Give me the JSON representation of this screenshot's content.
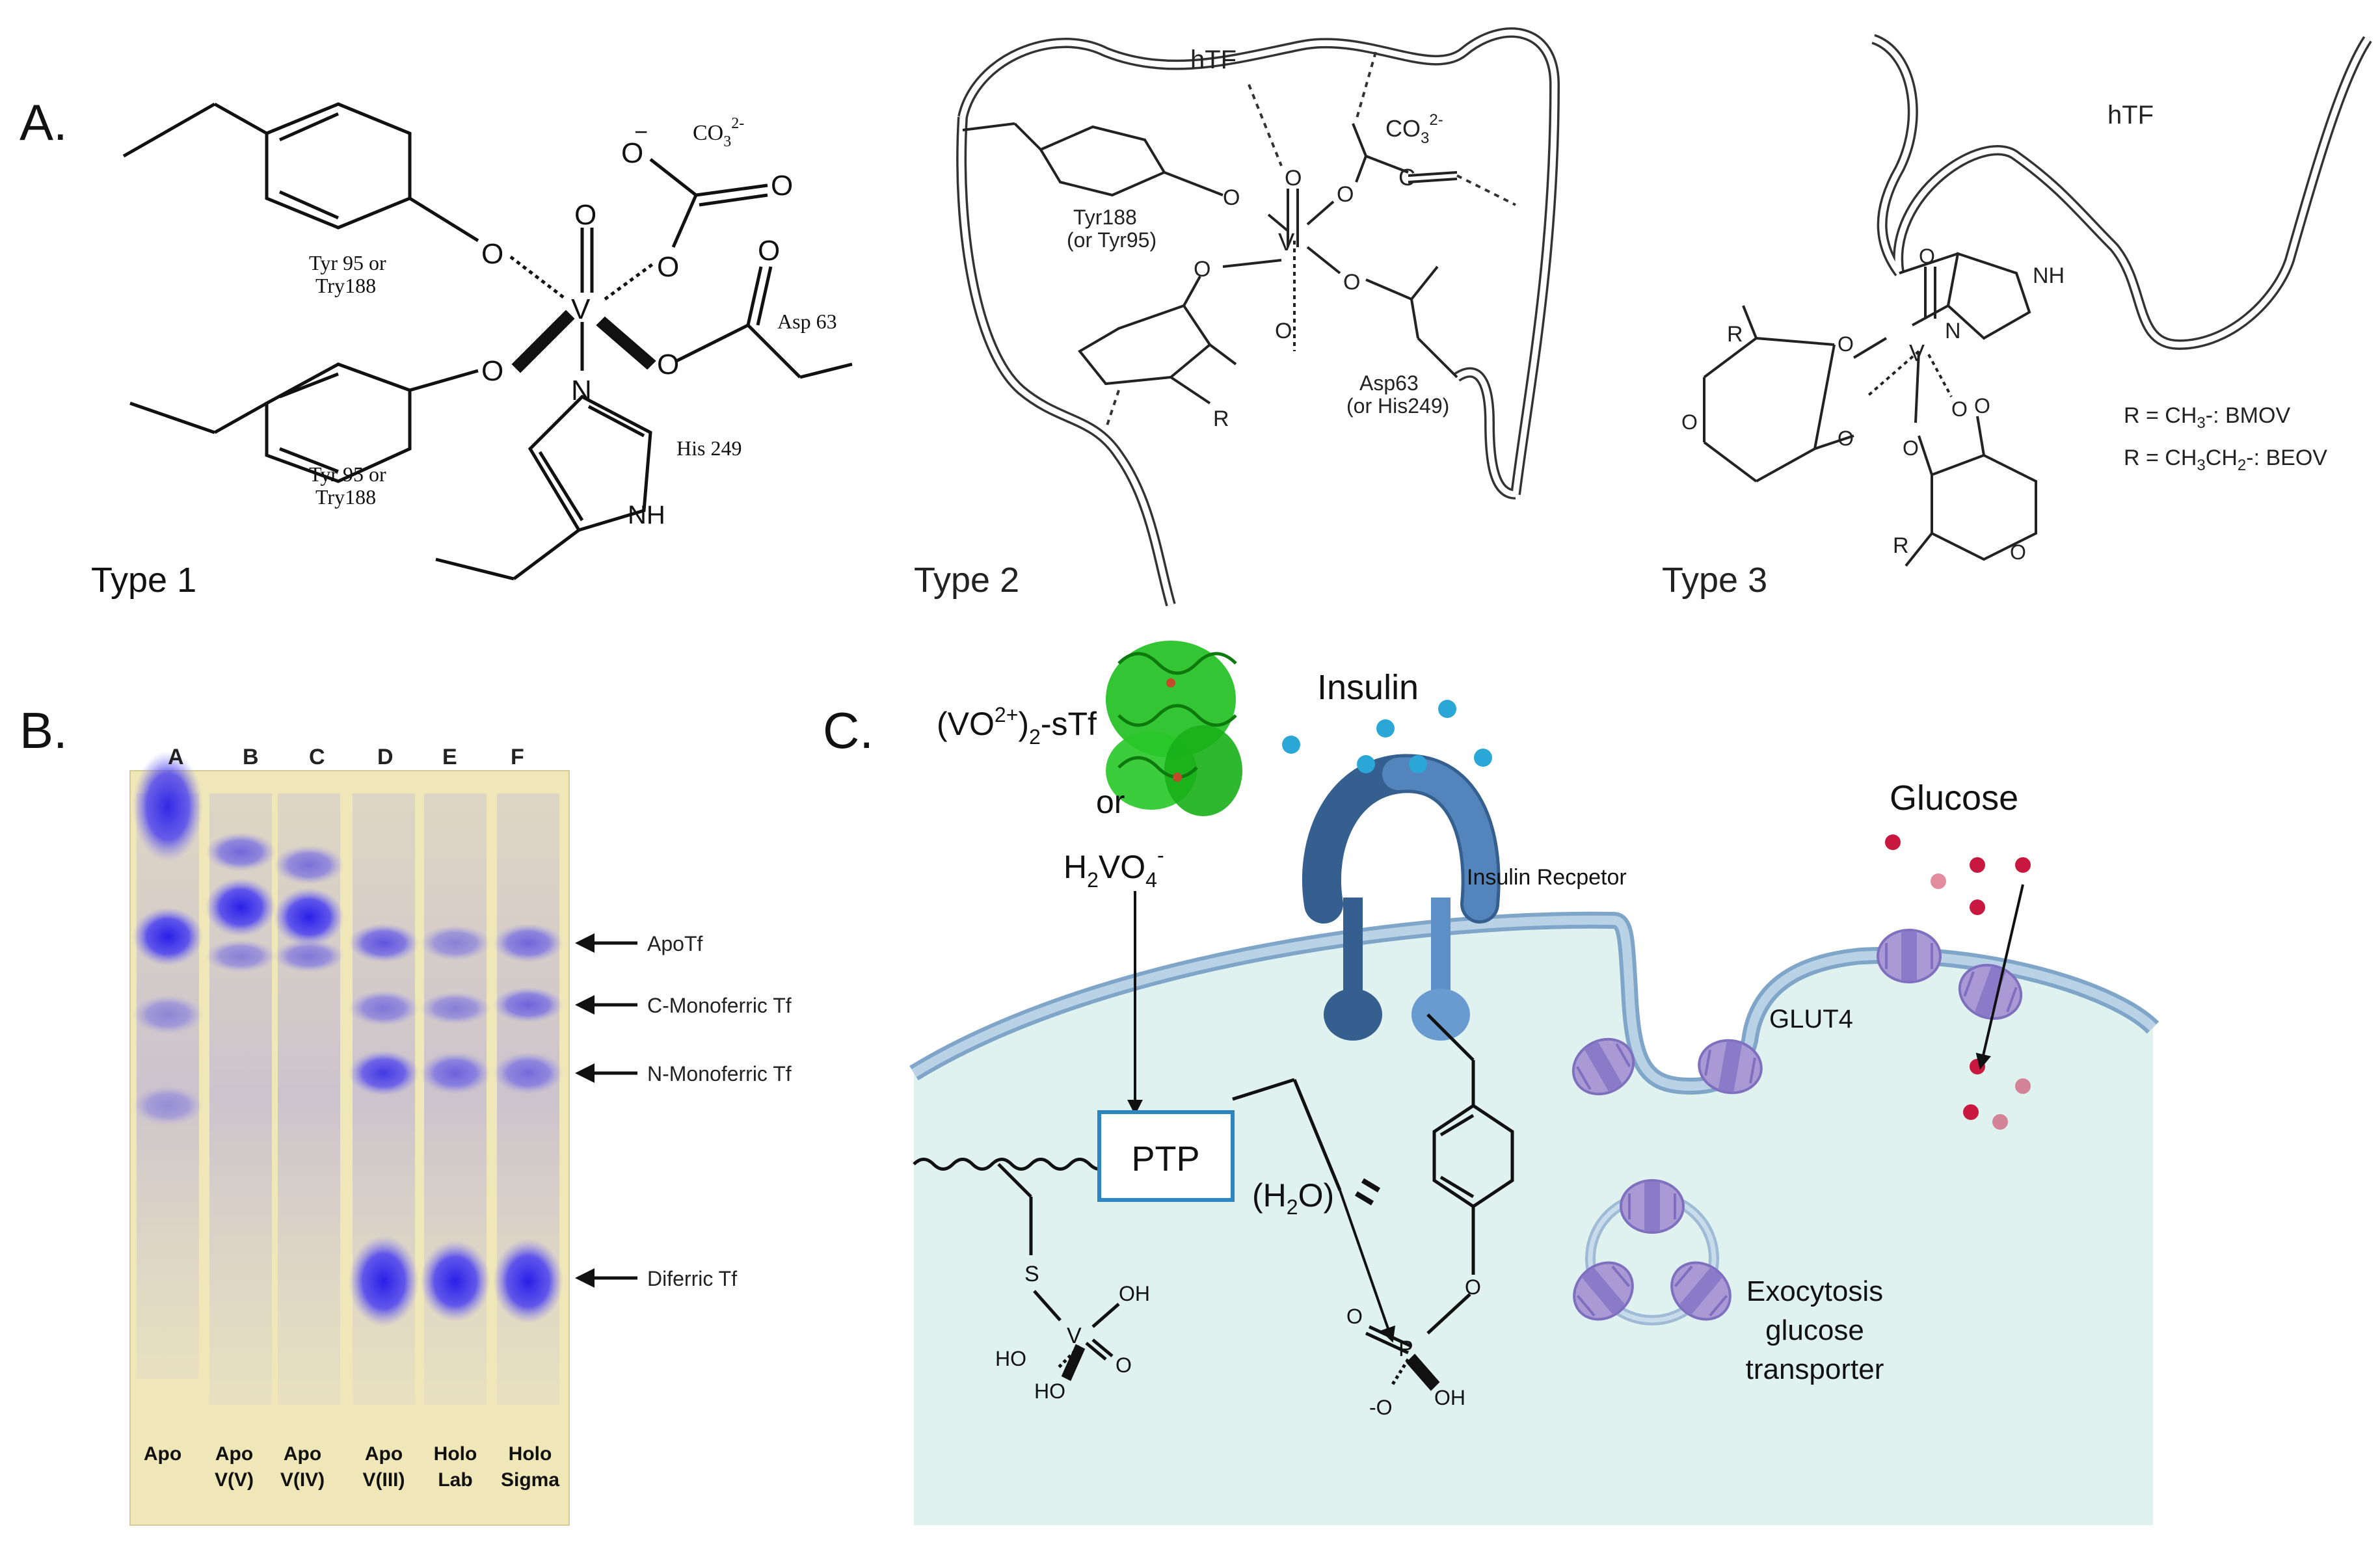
{
  "panels": {
    "a": "A.",
    "b": "B.",
    "c": "C."
  },
  "panelA": {
    "type1": {
      "label": "Type 1",
      "v": "V",
      "o": "O",
      "oxo": "O",
      "n": "N",
      "nh": "NH",
      "ominus": "O",
      "minus": "−",
      "carbonate": "CO",
      "carbonate_sub": "3",
      "carbonate_sup": "2-",
      "tyr_top": [
        "Tyr 95 or",
        "Try188"
      ],
      "tyr_bottom": [
        "Tyr 95 or",
        "Try188"
      ],
      "asp": "Asp 63",
      "his": "His 249"
    },
    "type2": {
      "label": "Type 2",
      "htf": "hTF",
      "carbonate": "CO",
      "carbonate_sub": "3",
      "carbonate_sup": "2-",
      "tyr": [
        "Tyr188",
        "(or Tyr95)"
      ],
      "asp": [
        "Asp63",
        "(or His249)"
      ],
      "r": "R",
      "v": "V",
      "c": "C",
      "o": "O"
    },
    "type3": {
      "label": "Type 3",
      "htf": "hTF",
      "nh": "NH",
      "n": "N",
      "v": "V",
      "r": "R",
      "o": "O",
      "legend1": "R = CH",
      "legend1_sub": "3",
      "legend1_tail": "-: BMOV",
      "legend2": "R = CH",
      "legend2_sub": "3",
      "legend2_mid": "CH",
      "legend2_sub2": "2",
      "legend2_tail": "-: BEOV"
    }
  },
  "panelB": {
    "lanes_top": [
      "A",
      "B",
      "C",
      "D",
      "E",
      "F"
    ],
    "lanes_bottom": [
      [
        "Apo",
        ""
      ],
      [
        "Apo",
        "V(V)"
      ],
      [
        "Apo",
        "V(IV)"
      ],
      [
        "Apo",
        "V(III)"
      ],
      [
        "Holo",
        "Lab"
      ],
      [
        "Holo",
        "Sigma"
      ]
    ],
    "bands": [
      "ApoTf",
      "C-Monoferric Tf",
      "N-Monoferric Tf",
      "Diferric Tf"
    ]
  },
  "panelC": {
    "insulin": "Insulin",
    "glucose": "Glucose",
    "receptor": "Insulin  Recpetor",
    "glut4": "GLUT4",
    "ptp": "PTP",
    "water": "(H",
    "water_sub": "2",
    "water_tail": "O)",
    "vo_complex": "(VO",
    "vo_sup": "2+",
    "vo_tail": ")",
    "vo_sub": "2",
    "vo_stf": "-sTf",
    "or": "or",
    "h2vo4": "H",
    "h2vo4_sub": "2",
    "h2vo4_mid": "VO",
    "h2vo4_sub2": "4",
    "h2vo4_sup": "-",
    "exocytosis": [
      "Exocytosis",
      "glucose",
      "transporter"
    ],
    "s": "S",
    "v": "V",
    "oh": "OH",
    "ho": "HO",
    "o": "O",
    "p": "P",
    "ominus": "-O"
  },
  "colors": {
    "cell": "#dff2ef",
    "membrane": "#a9c6de",
    "receptor_dark": "#345f8f",
    "receptor_light": "#6a9bd0",
    "glut": "#a99ad6",
    "insulin_dot": "#2aa7d6",
    "glucose_dot": "#c8183f",
    "ptp_border": "#2e86c1",
    "gel_bg": "#efe7b8",
    "band": "#3a2fe0",
    "protein": "#1dbf1d"
  }
}
